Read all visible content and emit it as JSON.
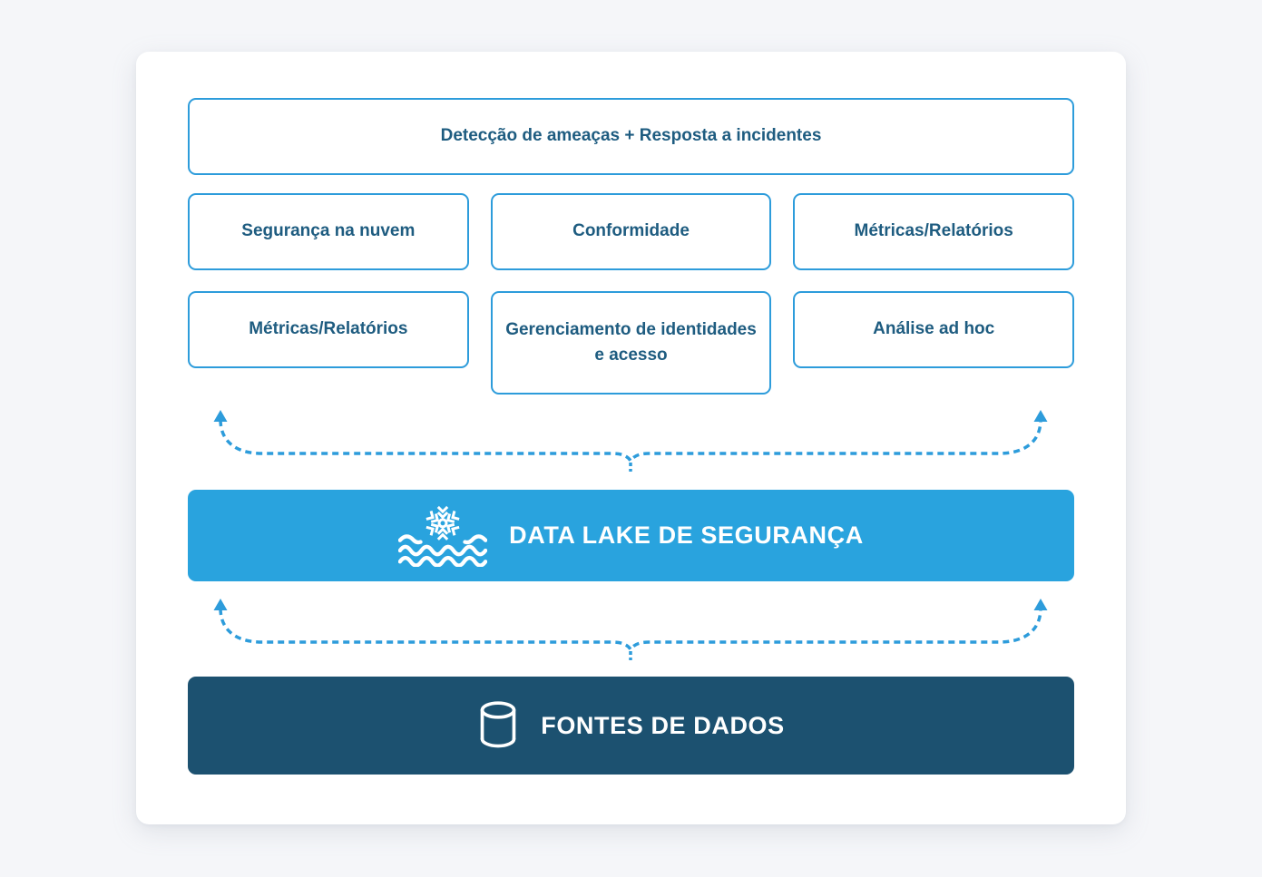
{
  "diagram": {
    "title_implicit": "Security data lake architecture",
    "colors": {
      "accent_blue": "#2d9cdb",
      "box_text": "#1e5c80",
      "data_lake_bar": "#29a3de",
      "sources_bar": "#1c5170",
      "page_background": "#f5f6f9",
      "card_background": "#ffffff"
    },
    "use_cases": {
      "top": {
        "label": "Detecção de ameaças + Resposta a incidentes"
      },
      "row1": [
        {
          "label": "Segurança na nuvem"
        },
        {
          "label": "Conformidade"
        },
        {
          "label": "Métricas/Relatórios"
        }
      ],
      "row2": [
        {
          "label": "Métricas/Relatórios"
        },
        {
          "label": "Gerenciamento de identidades e acesso"
        },
        {
          "label": "Análise ad hoc"
        }
      ]
    },
    "data_lake_bar": {
      "label": "DATA LAKE DE SEGURANÇA",
      "icon": "snowflake-lake-icon"
    },
    "sources_bar": {
      "label": "FONTES DE DADOS",
      "icon": "database-cylinder-icon"
    },
    "connectors": {
      "style": "dashed-brace-with-up-arrows",
      "count": 2
    }
  }
}
